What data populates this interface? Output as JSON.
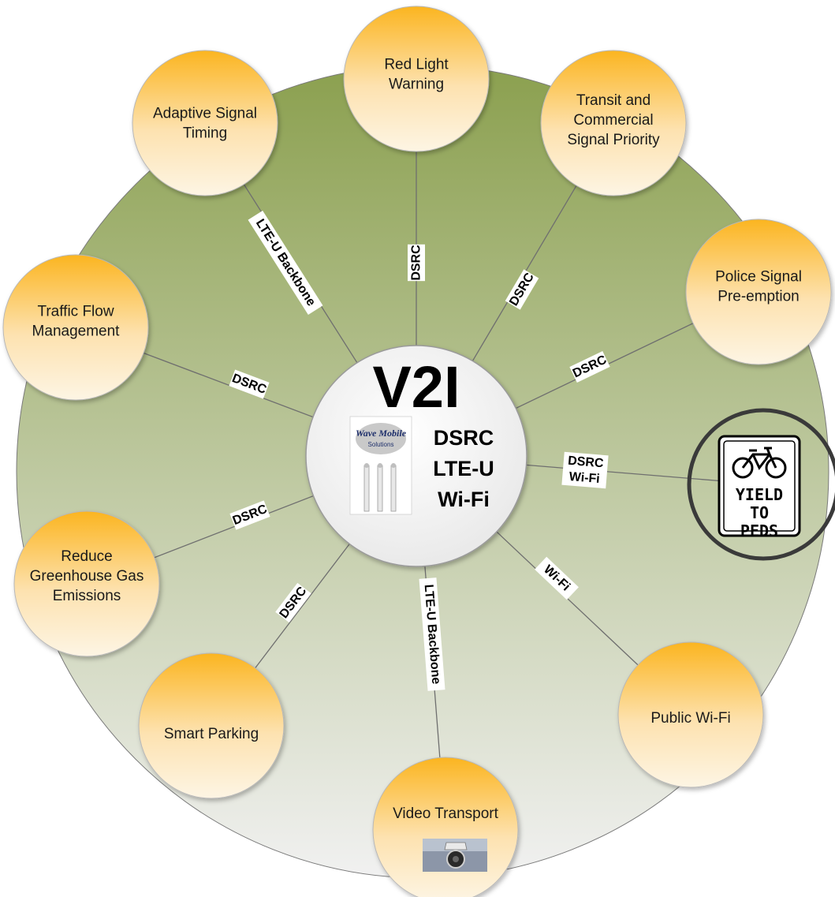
{
  "hub": {
    "title": "V2I",
    "protocols": [
      "DSRC",
      "LTE-U",
      "Wi-Fi"
    ],
    "logo_text": "Wave Mobile",
    "logo_subtext": "Solutions"
  },
  "nodes": [
    {
      "id": "red-light-warning",
      "lines": [
        "Red Light",
        "Warning"
      ],
      "link": [
        "DSRC"
      ]
    },
    {
      "id": "transit-commercial-signal-priority",
      "lines": [
        "Transit and",
        "Commercial",
        "Signal Priority"
      ],
      "link": [
        "DSRC"
      ]
    },
    {
      "id": "police-signal-preemption",
      "lines": [
        "Police Signal",
        "Pre-emption"
      ],
      "link": [
        "DSRC"
      ]
    },
    {
      "id": "yield-sign",
      "lines": [],
      "link": [
        "DSRC",
        "Wi-Fi"
      ]
    },
    {
      "id": "public-wifi",
      "lines": [
        "Public Wi-Fi"
      ],
      "link": [
        "Wi-Fi"
      ]
    },
    {
      "id": "video-transport",
      "lines": [
        "Video Transport"
      ],
      "link": [
        "LTE-U Backbone"
      ]
    },
    {
      "id": "smart-parking",
      "lines": [
        "Smart Parking"
      ],
      "link": [
        "DSRC"
      ]
    },
    {
      "id": "reduce-greenhouse-gas-emissions",
      "lines": [
        "Reduce",
        "Greenhouse Gas",
        "Emissions"
      ],
      "link": [
        "DSRC"
      ]
    },
    {
      "id": "traffic-flow-management",
      "lines": [
        "Traffic Flow",
        "Management"
      ],
      "link": [
        "DSRC"
      ]
    },
    {
      "id": "adaptive-signal-timing",
      "lines": [
        "Adaptive Signal",
        "Timing"
      ],
      "link": [
        "LTE-U Backbone"
      ]
    }
  ],
  "sign": {
    "lines": [
      "YIELD",
      "TO",
      "PEDS"
    ]
  },
  "colors": {
    "disc_top": "#8ba04f",
    "disc_bottom": "#f1f1f1",
    "node_top": "#fbb520",
    "node_bottom": "#fdf5e4",
    "hub_fill": "#f4f4f4",
    "link_line": "#6f6f6f",
    "sign_ring": "#3a3a3a"
  }
}
